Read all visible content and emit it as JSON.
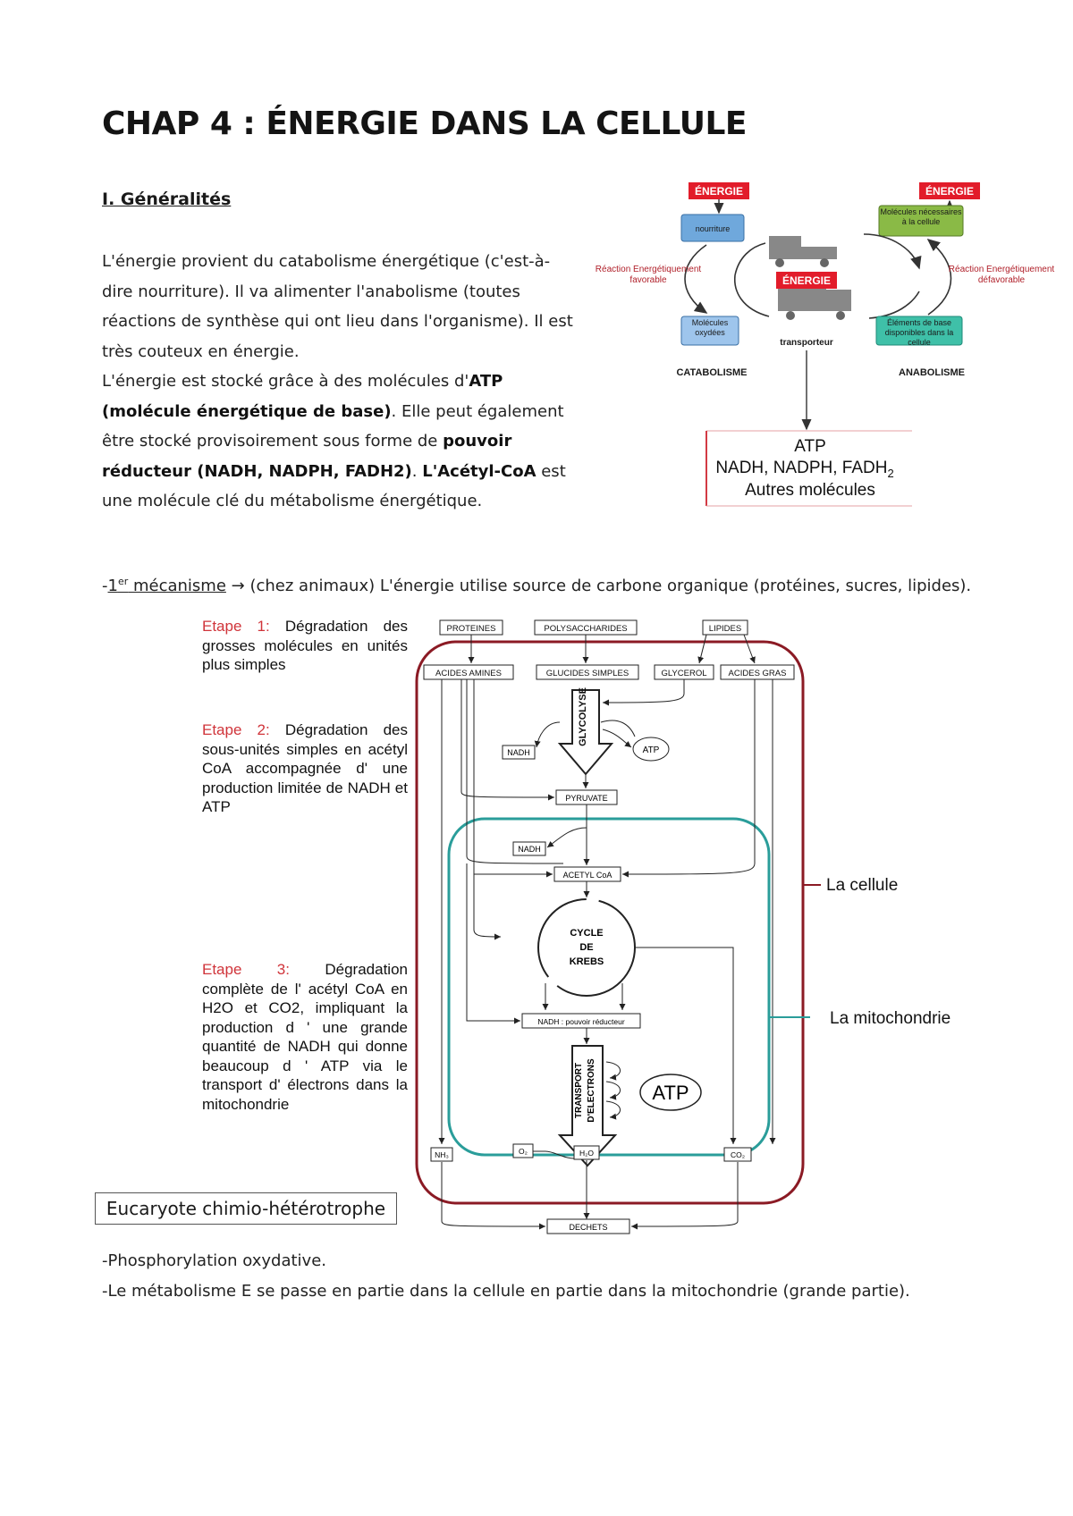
{
  "title": "CHAP 4 : ÉNERGIE DANS LA CELLULE",
  "section_heading": "I. Généralités",
  "intro": {
    "p1": "L'énergie provient du catabolisme énergétique (c'est-à-dire nourriture). Il va alimenter l'anabolisme (toutes réactions de synthèse qui ont lieu dans l'organisme). Il est très couteux en énergie.",
    "p2_a": "L'énergie est stocké grâce à des molécules d'",
    "p2_b": "ATP (molécule énergétique de base)",
    "p2_c": ". Elle peut également être stocké provisoirement sous forme de ",
    "p2_d": "pouvoir réducteur (NADH, NADPH, FADH2)",
    "p2_e": ". ",
    "p2_f": "L'Acétyl-CoA",
    "p2_g": " est une molécule clé du métabolisme énergétique."
  },
  "top_diagram": {
    "energie_left": "ÉNERGIE",
    "energie_right": "ÉNERGIE",
    "energie_center": "ÉNERGIE",
    "nourriture": "nourriture",
    "molecules_necessaires": "Molécules nécessaires à la cellule",
    "reaction_left": "Réaction Énergétiquement favorable",
    "reaction_right": "Réaction Énergétiquement défavorable",
    "molecules_oxydees": "Molécules oxydées",
    "elements_base": "Éléments de base disponibles dans la cellule",
    "transporteur": "transporteur",
    "catabolisme": "CATABOLISME",
    "anabolisme": "ANABOLISME",
    "box_line1": "ATP",
    "box_line2": "NADH, NADPH, FADH",
    "box_line2_sub": "2",
    "box_line3": "Autres molécules",
    "colors": {
      "red": "#e21c2a",
      "blue": "#6fa8dc",
      "green": "#8aba46",
      "teal": "#3fc0a8"
    }
  },
  "mechanism": {
    "prefix": "-",
    "label_main": "1",
    "label_sup": "er",
    "label_rest": " mécanisme",
    "arrow": "→",
    "text": "(chez animaux) L'énergie utilise source de carbone organique (protéines, sucres, lipides)."
  },
  "etapes": [
    {
      "label": "Etape 1:",
      "text": "Dégradation des grosses molécules en unités plus simples"
    },
    {
      "label": "Etape 2:",
      "text": "Dégradation des sous-unités simples en acétyl CoA accompagnée d' une production limitée de NADH et ATP"
    },
    {
      "label": "Etape 3:",
      "text": "Dégradation complète de l' acétyl CoA en H2O et CO2, impliquant la production d ' une grande quantité de NADH qui donne beaucoup d ' ATP via le transport d' électrons dans la mitochondrie"
    }
  ],
  "pathway": {
    "proteines": "PROTEINES",
    "polysaccharides": "POLYSACCHARIDES",
    "lipides": "LIPIDES",
    "acides_amines": "ACIDES AMINES",
    "glucides_simples": "GLUCIDES SIMPLES",
    "glycerol": "GLYCEROL",
    "acides_gras": "ACIDES GRAS",
    "glycolyse": "GLYCOLYSE",
    "nadh1": "NADH",
    "atp1": "ATP",
    "pyruvate": "PYRUVATE",
    "nadh2": "NADH",
    "acetyl_coa": "ACETYL CoA",
    "cycle_1": "CYCLE",
    "cycle_2": "DE",
    "cycle_3": "KREBS",
    "nadh_pouvoir": "NADH : pouvoir réducteur",
    "transport_1": "TRANSPORT",
    "transport_2": "D'ELECTRONS",
    "atp2": "ATP",
    "o2": "O₂",
    "nh3": "NH₃",
    "h2o": "H₂O",
    "co2": "CO₂",
    "dechets": "DECHETS",
    "la_cellule": "La cellule",
    "la_mitochondrie": "La mitochondrie",
    "colors": {
      "cell": "#8b1a24",
      "mito": "#2a9d9a"
    }
  },
  "eucaryote": "Eucaryote chimio-hétérotrophe",
  "footer": [
    "-Phosphorylation oxydative.",
    "-Le métabolisme E se passe en partie dans la cellule en partie dans la mitochondrie (grande partie)."
  ]
}
